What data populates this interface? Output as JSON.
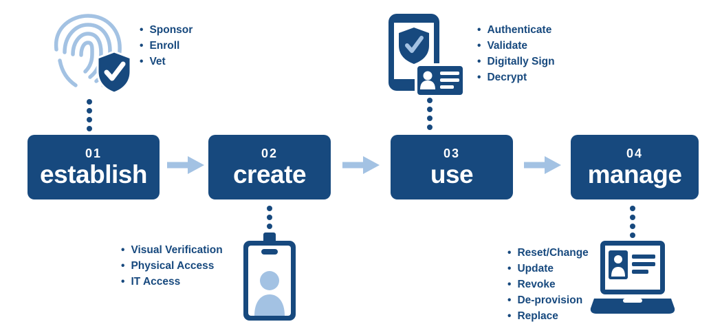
{
  "colors": {
    "primary": "#17497E",
    "light": "#A3C2E3",
    "lighter": "#B9D1EA",
    "background": "#FFFFFF"
  },
  "steps": [
    {
      "number": "01",
      "label": "establish",
      "icon": "fingerprint-shield-check",
      "bullets": [
        "Sponsor",
        "Enroll",
        "Vet"
      ]
    },
    {
      "number": "02",
      "label": "create",
      "icon": "id-badge",
      "bullets": [
        "Visual Verification",
        "Physical Access",
        "IT Access"
      ]
    },
    {
      "number": "03",
      "label": "use",
      "icon": "smartphone-shield-id-card",
      "bullets": [
        "Authenticate",
        "Validate",
        "Digitally Sign",
        "Decrypt"
      ]
    },
    {
      "number": "04",
      "label": "manage",
      "icon": "laptop-id-card",
      "bullets": [
        "Reset/Change",
        "Update",
        "Revoke",
        "De-provision",
        "Replace"
      ]
    }
  ]
}
